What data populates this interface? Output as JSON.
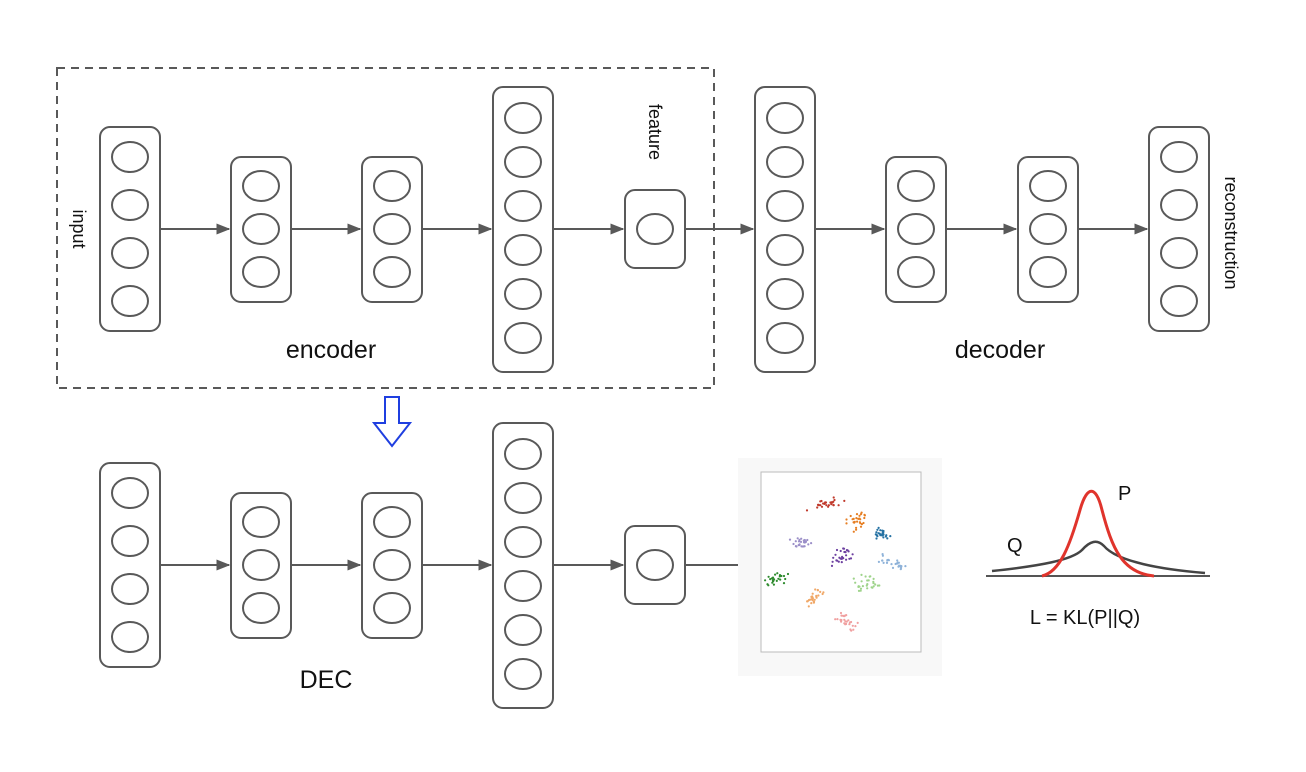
{
  "labels": {
    "input": "input",
    "feature": "feature",
    "reconstruction": "reconstruction",
    "encoder": "encoder",
    "decoder": "decoder",
    "dec": "DEC",
    "p": "P",
    "q": "Q",
    "loss": "L = KL(P||Q)"
  },
  "colors": {
    "line": "#595959",
    "arrow_down": "#1f3fe0",
    "p_curve": "#e0342c",
    "q_curve": "#444444"
  },
  "layers": {
    "top_row_units": [
      4,
      3,
      3,
      6,
      1,
      6,
      3,
      3,
      4
    ],
    "bottom_row_units": [
      4,
      3,
      3,
      6,
      1
    ]
  },
  "cluster_colors": [
    "#c0392b",
    "#e67e22",
    "#2471a3",
    "#9b8fc8",
    "#6c3fa0",
    "#8fb3d9",
    "#2e8b2e",
    "#f0a868",
    "#9ed38a",
    "#f0a0a0"
  ]
}
